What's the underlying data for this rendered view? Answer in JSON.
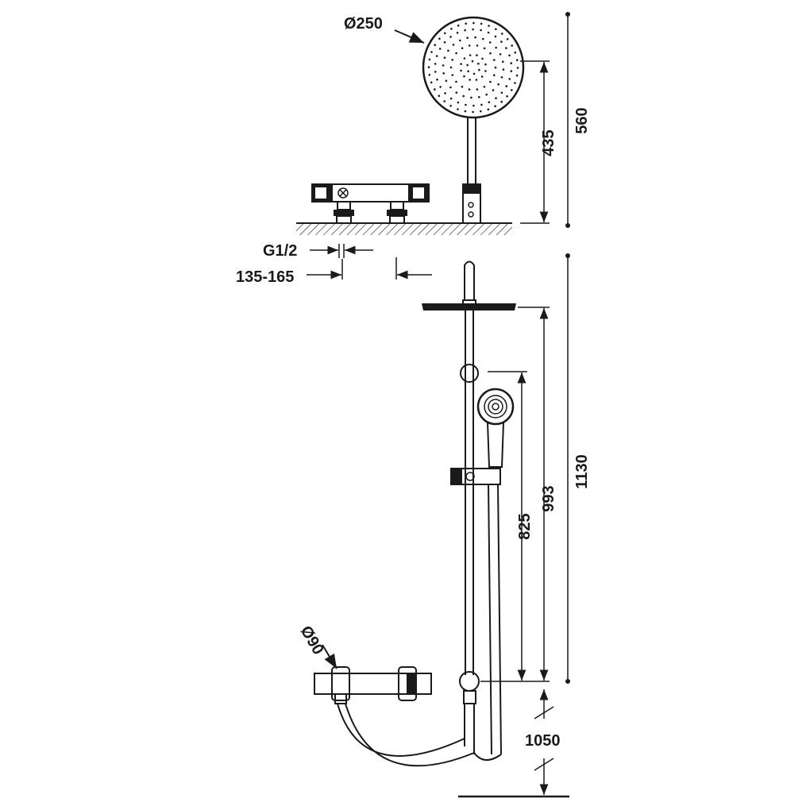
{
  "dimensions": {
    "shower_head_diameter": "Ø250",
    "mixer_body_diameter": "Ø90",
    "inlet_thread": "G1/2",
    "inlet_centers": "135-165",
    "head_height_small": "435",
    "head_height_total": "560",
    "column_total_height": "1130",
    "overhead_height": "993",
    "hand_shower_height": "825",
    "mixer_to_floor": "1050"
  }
}
